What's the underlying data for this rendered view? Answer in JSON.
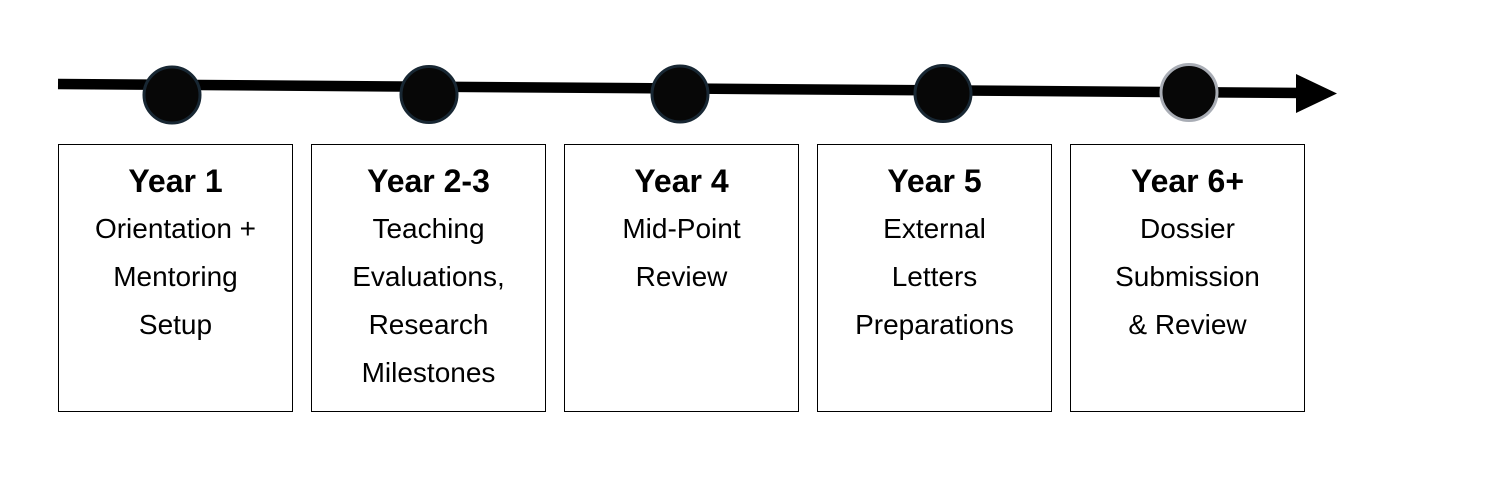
{
  "timeline": {
    "stages": [
      {
        "label": "Year 1",
        "description": "Orientation +\nMentoring\nSetup"
      },
      {
        "label": "Year 2-3",
        "description": "Teaching\nEvaluations,\nResearch\nMilestones"
      },
      {
        "label": "Year 4",
        "description": "Mid-Point\nReview"
      },
      {
        "label": "Year 5",
        "description": "External\nLetters\nPreparations"
      },
      {
        "label": "Year 6+",
        "description": "Dossier\nSubmission\n& Review"
      }
    ],
    "colors": {
      "line": "#000000",
      "node_fill": "#070707",
      "node_border": "#182733",
      "node_border_last": "#a9adb5",
      "box_border": "#000000",
      "text": "#000000",
      "background": "#ffffff"
    }
  }
}
